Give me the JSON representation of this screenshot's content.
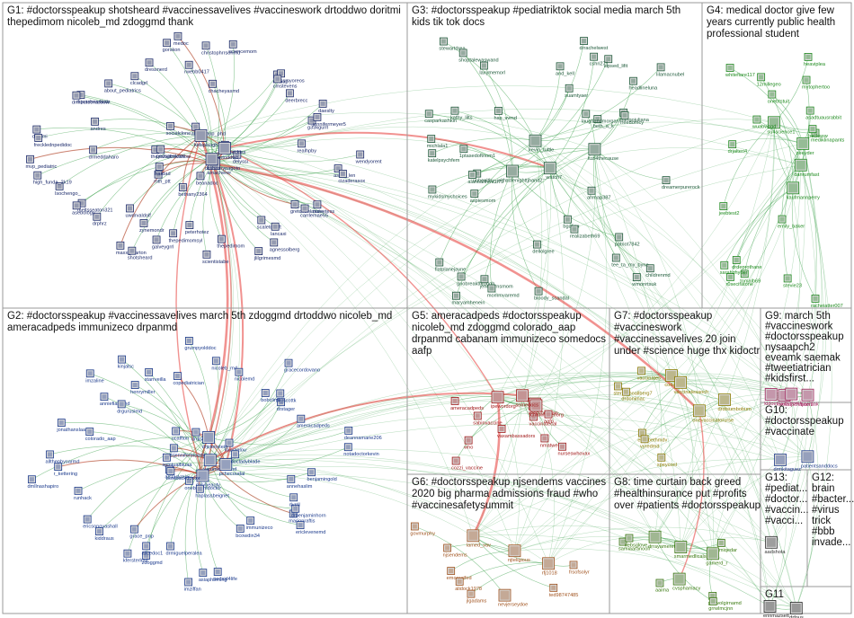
{
  "colors": {
    "background": "#ffffff",
    "box": "#9a9a9a",
    "edge_green": "#2e9a3e",
    "edge_red": "#e53935",
    "label_G1": "#1b2a6b",
    "label_G2": "#1b3a8c",
    "label_G3": "#1e5a3a",
    "label_G4": "#1e8a1e",
    "label_G5": "#a01818",
    "label_G6": "#a0521d",
    "label_G7": "#8a7a00",
    "label_G8": "#3a7a10",
    "label_G9": "#a0205a",
    "label_G10": "#1e3a8a",
    "label_G11": "#222222"
  },
  "groups": [
    {
      "id": "G1",
      "lines": [
        "G1: #doctorsspeakup shotsheard #vaccinessavelives #vaccineswork drtoddwo doritmi",
        "thepedimom nicoleb_md zdoggmd thank"
      ]
    },
    {
      "id": "G2",
      "lines": [
        "G2: #doctorsspeakup #vaccinessavelives march 5th zdoggmd drtoddwo nicoleb_md",
        "ameracadpeds immunizeco drpanmd"
      ]
    },
    {
      "id": "G3",
      "lines": [
        "G3: #doctorsspeakup #pediatriktok social media march 5th",
        "kids tik tok docs"
      ]
    },
    {
      "id": "G4",
      "lines": [
        "G4: medical doctor give few",
        "years currently public health",
        "professional student"
      ]
    },
    {
      "id": "G5",
      "lines": [
        "G5: ameracadpeds #doctorsspeakup",
        "nicoleb_md zdoggmd colorado_aap",
        "drpanmd cabanam immunizeco somedocs",
        "aafp"
      ]
    },
    {
      "id": "G6",
      "lines": [
        "G6: #doctorsspeakup njsendems vaccines",
        "2020 big pharma admissions fraud #who",
        "#vaccinesafetysummit"
      ]
    },
    {
      "id": "G7",
      "lines": [
        "G7: #doctorsspeakup",
        "#vaccineswork",
        "#vaccinessavelives 20 join",
        "under #science huge thx kidoctr"
      ]
    },
    {
      "id": "G8",
      "lines": [
        "G8: time curtain back greed",
        "#healthinsurance put #profits",
        "over #patients #doctorsspeakup"
      ]
    },
    {
      "id": "G9",
      "lines": [
        "G9: march 5th",
        "#vaccineswork",
        "#doctorsspeakup",
        "nysaapch2",
        "eveamk saemak",
        "#tweetiatrician",
        "#kidsfirst..."
      ]
    },
    {
      "id": "G10",
      "lines": [
        "G10:",
        "#doctorsspeakup",
        "#vaccinate"
      ]
    },
    {
      "id": "G11",
      "lines": [
        "G11"
      ]
    },
    {
      "id": "G12",
      "lines": [
        "G12:",
        "brain",
        "#bacter...",
        "#virus",
        "trick",
        "#bbb",
        "invade..."
      ]
    },
    {
      "id": "G13",
      "lines": [
        "G13:",
        "#pediat...",
        "#doctor...",
        "#vaccin...",
        "#vacci..."
      ]
    }
  ],
  "nodes": {
    "G1": [
      "delyssi",
      "mth_ptt",
      "alex_dopp_phd",
      "amacherer",
      "theparadoxcahow",
      "deanackiss",
      "bethany2364",
      "socialclone",
      "drahenrypagoto",
      "hardad",
      "kidsplusgh",
      "beanadoc",
      "pedsgeekmd",
      "drtoddwo",
      "maxx_marton",
      "medoc",
      "gretchenlassie",
      "mvp_pediatric",
      "mnaap",
      "peterhotez",
      "drjenchen4kids",
      "askdr_len",
      "drphrz",
      "chacheyasmd",
      "jlilgrimesmd",
      "doritmi",
      "g33kgurrl",
      "shotsheard",
      "dressnerd",
      "nursetess",
      "lsochengo_",
      "kissmyoreos",
      "thepedimom",
      "drmoutetrrassow",
      "realhpby",
      "uwdrvaldolf",
      "rwebb0417",
      "agnessolberg",
      "drmeddaharo",
      "deerbrecc",
      "thepedimomsyl",
      "clcadgrl",
      "cizaderasox",
      "meltsseaton321",
      "sciencemom",
      "scaletonoft",
      "andres",
      "jennifermeyer5",
      "zynemondr",
      "gorskon",
      "carrlemae55",
      "high_funda_2k19",
      "cmstevens",
      "scientistabe",
      "about_pediatrics",
      "wendyorent",
      "asebology",
      "christophrrsonmd",
      "lancaxi",
      "frecklednpedidoc",
      "daeslty",
      "galveygrrl"
    ],
    "G2": [
      "varunwermand",
      "alstaskmiw",
      "drdiscmd",
      "dalybeauty",
      "splntualbluaa",
      "louvaelou",
      "onebroomdoctor",
      "ucalfton",
      "pchecoudal",
      "bostbackdoctor",
      "drjstenstein",
      "haplassbeignet",
      "drjennifermoody",
      "docladyblade",
      "grace_pnp",
      "copediatrician",
      "marionraftis",
      "r_kettering",
      "drstager",
      "imziffan",
      "imzaline",
      "benjamingold",
      "kiddraus",
      "nicoleb_md",
      "immunizeco",
      "colorado_aap",
      "ameracadpeds",
      "zdoggmd",
      "henrymiller",
      "drbenjaminhorn",
      "runhack",
      "bobclimko",
      "pedsid4life",
      "anniefianemd",
      "notadoctorkevin",
      "kfersterlmd",
      "grumpyolddoc",
      "ericlevenemd",
      "allthephysarmd",
      "dr_scottk",
      "drmiguelperalea",
      "kinjalsc",
      "annehaslim",
      "ericsonovashall",
      "nicolemd",
      "bcowdin34",
      "jonathanslaa",
      "deannamarie206",
      "alicedoc1",
      "starrveilla",
      "dvrrll",
      "dmllnashapiro",
      "gracecordovano",
      "asiaphtening",
      "drgurusimd"
    ],
    "G3": [
      "adlenighttjhand2",
      "stewartdrea",
      "mangojuliana",
      "michlala1",
      "maryamhenein",
      "suamtyaer",
      "gnobreakthrough",
      "lapsed_lifit",
      "beth_a_k",
      "katelpsychfem",
      "aspiesmom",
      "bloody_scandal",
      "casparkashkin",
      "childrenmd",
      "unhealthy_with",
      "dellolgree",
      "kathy_lilts",
      "hsp_vvmd",
      "laughandmorgan",
      "laxymemorl",
      "mykidsmychoices",
      "lilamacnubel",
      "bgaliqu",
      "patriot7842",
      "ahmap387",
      "kevin_tuttle",
      "headlineluna",
      "shoptalewaswand",
      "alanoalfrench75",
      "and_kell",
      "tee_ta_my_byne",
      "1ptasedoftnom1",
      "jennyhrnsmom",
      "freedomcy",
      "luzi4thecause",
      "mommvaremd",
      "realizabeth69",
      "flatplanejayne",
      "dreamerpurerock",
      "_watch7",
      "cshri271",
      "drrachelwest",
      "wmonrtsuk"
    ],
    "G4": [
      "zeeyder",
      "emily_baker",
      "mediklinapants",
      "mytophertoo",
      "tomalb69",
      "whitefiare117",
      "jeebtest2",
      "racheiatter007",
      "danrumfast",
      "asadtuausrabbit",
      "beckasw",
      "drdeprothane",
      "su4science1",
      "onebtstuit",
      "kaufmannperry",
      "12millegeo",
      "r0secifatone",
      "stevie23",
      "heaviplea",
      "sarahzhyder",
      "wuabwsgd",
      "drjalteri4"
    ],
    "G5": [
      "vascyourfarm",
      "cozzi_vaccine",
      "vaccinatecal",
      "who",
      "ipewordorg",
      "nmatwests",
      "ameracadpeds",
      "vaxambassadors",
      "lchrowrovelforg",
      "aafp",
      "somedocs",
      "nurseswhovax",
      "sabinvaccine"
    ],
    "G6": [
      "emocratfed",
      "njteligious",
      "alidock1978",
      "nevjerseydoe",
      "njsendems",
      "rfj1018",
      "frsofsolyr",
      "govmurphy",
      "lamed_vav",
      "ted98747485",
      "jlgadams"
    ],
    "G7": [
      "vaccinates",
      "codestory",
      "vaccinatesaoch",
      "onevaccinatorurse",
      "elizabethmdv",
      "sterarxhoallberg7",
      "vyredmd",
      "speyconl",
      "drdtsumbobum",
      "drdonimac"
    ],
    "G8": [
      "drrayamerefter",
      "profvolgirnamd",
      "smarmedlicalsion",
      "aaima",
      "ljmiqedar",
      "samiaaranooli",
      "grrwlmcjnn",
      "cvsphamacy",
      "gamerd_r",
      "kebsglove"
    ],
    "G9": [
      "kidoetrgrc",
      "nvsaapchapter2",
      "eveamk",
      "saemak"
    ],
    "G10": [
      "patientsanddocs",
      "drmkitaguez"
    ],
    "G11": [
      "erinmazsett",
      "drfous"
    ],
    "G12": [],
    "G13": [
      "aadshota"
    ]
  }
}
